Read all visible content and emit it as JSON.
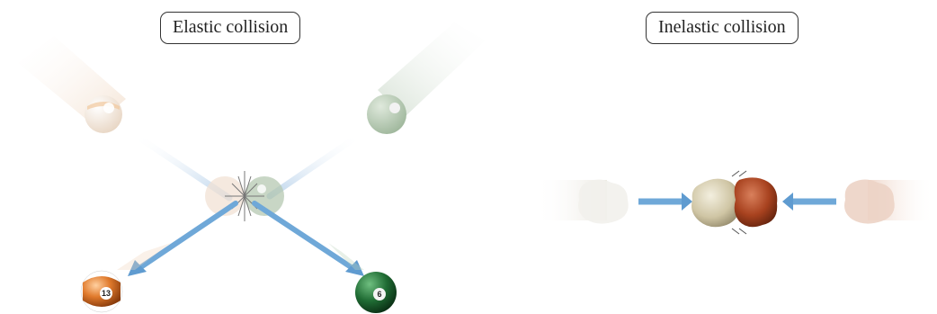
{
  "elastic": {
    "title": "Elastic collision",
    "balls": [
      {
        "number": "13",
        "color": "#e07a2c",
        "stripe": true
      },
      {
        "number": "6",
        "color": "#1f6b33",
        "stripe": false
      }
    ]
  },
  "inelastic": {
    "title": "Inelastic collision",
    "lumps": [
      {
        "name": "light clay",
        "color": "#d8d0b4"
      },
      {
        "name": "red clay",
        "color": "#a8421f"
      }
    ]
  },
  "colors": {
    "arrow": "#6fa8d8",
    "arrow_faded": "#cfe0ef"
  }
}
